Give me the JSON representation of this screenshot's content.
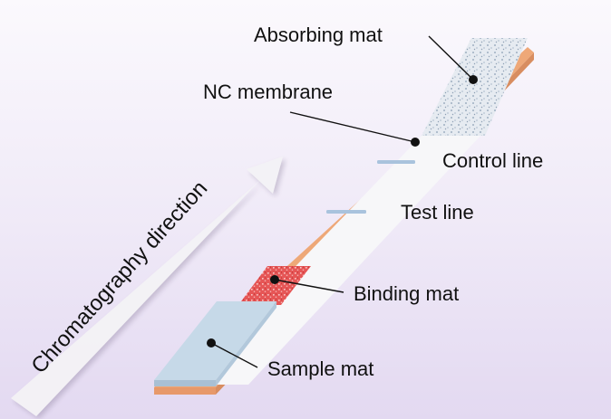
{
  "labels": {
    "absorbing_mat": "Absorbing mat",
    "nc_membrane": "NC membrane",
    "control_line": "Control line",
    "test_line": "Test line",
    "binding_mat": "Binding mat",
    "sample_mat": "Sample mat",
    "direction": "Chromatography direction"
  },
  "colors": {
    "absorbing_mat": "#dde5ee",
    "nc_membrane": "#f8f8fa",
    "binding_mat": "#e24b4b",
    "sample_mat": "#c6d9e8",
    "backing": "#eea878",
    "lines": "#a9c3dd",
    "arrow": "#f2f1f4"
  }
}
